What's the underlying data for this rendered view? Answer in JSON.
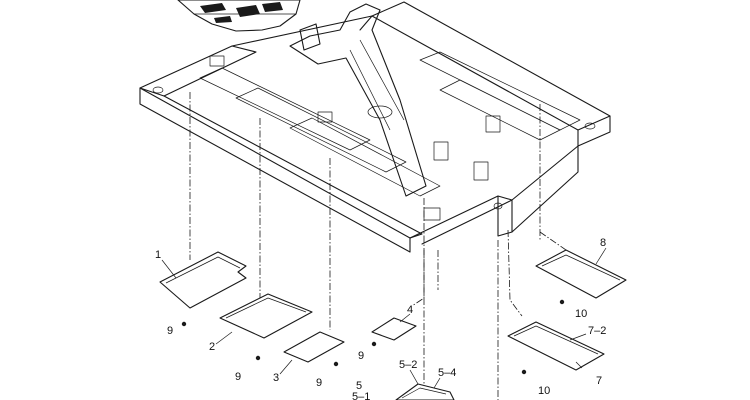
{
  "callouts": {
    "c1": "1",
    "c2": "2",
    "c3": "3",
    "c4": "4",
    "c5": "5",
    "c5_1": "5–1",
    "c5_2": "5–2",
    "c5_4": "5–4",
    "c7": "7",
    "c7_2": "7–2",
    "c8": "8",
    "c9a": "9",
    "c9b": "9",
    "c9c": "9",
    "c9d": "9",
    "c10a": "10",
    "c10b": "10"
  }
}
